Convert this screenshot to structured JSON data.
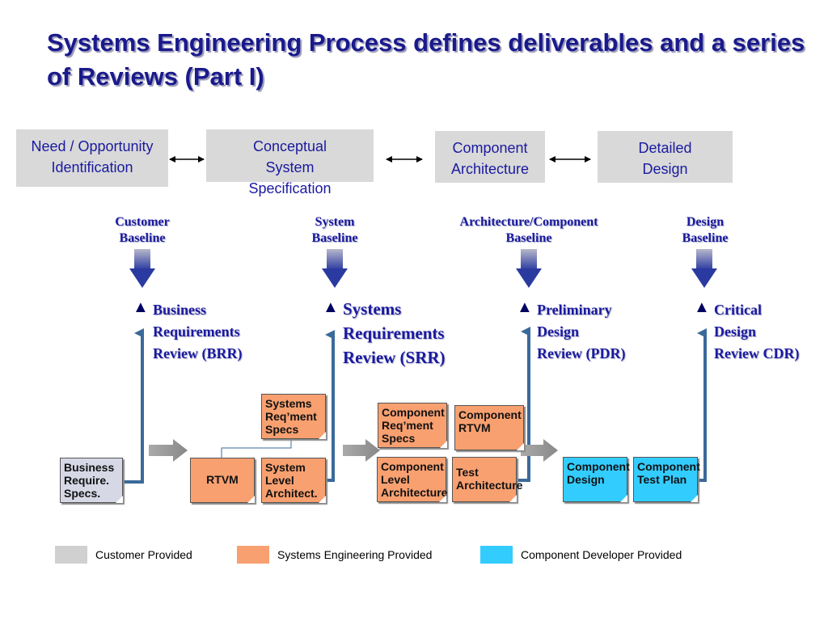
{
  "title": "Systems Engineering Process defines deliverables and a series of Reviews (Part I)",
  "phases": {
    "need": "Need / Opportunity Identification",
    "conceptual": "Conceptual System Specification",
    "component": "Component Architecture",
    "detailed": "Detailed Design"
  },
  "baselines": {
    "customer": "Customer\nBaseline",
    "system": "System\nBaseline",
    "architecture": "Architecture/Component\nBaseline",
    "design": "Design\nBaseline"
  },
  "reviews": {
    "brr": "Business\nRequirements\nReview (BRR)",
    "srr": "Systems\nRequirements\nReview (SRR)",
    "pdr": "Preliminary\nDesign\nReview (PDR)",
    "cdr": "Critical\nDesign\nReview CDR)"
  },
  "docs": {
    "business_specs": "Business\nRequire.\nSpecs.",
    "rtvm": "RTVM",
    "system_level_arch": "System\nLevel\nArchitect.",
    "system_req_specs": "Systems\nReq’ment\nSpecs",
    "component_req_specs": "Component\nReq’ment\nSpecs",
    "component_rtvm": "Component\nRTVM",
    "component_level_arch": "Component\nLevel\nArchitecture",
    "test_arch": "Test\nArchitecture",
    "component_design": "Component\nDesign",
    "component_test_plan": "Component\nTest Plan"
  },
  "legend": {
    "customer": "Customer Provided",
    "systems": "Systems Engineering Provided",
    "developer": "Component Developer Provided"
  },
  "colors": {
    "customer": "#d0d0d0",
    "systems": "#f8a070",
    "developer": "#33ccff",
    "title": "#1a1a8c",
    "flow_line": "#3a6a9a"
  }
}
